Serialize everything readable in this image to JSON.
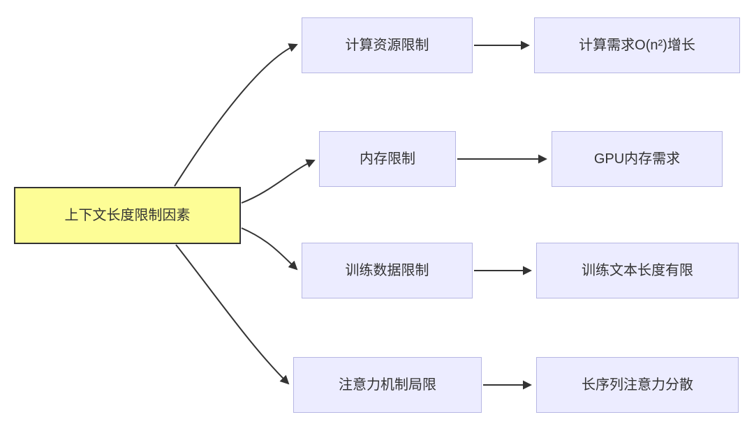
{
  "diagram": {
    "root": {
      "label": "上下文长度限制因素"
    },
    "branches": [
      {
        "mid": "计算资源限制",
        "leaf": "计算需求O(n²)增长"
      },
      {
        "mid": "内存限制",
        "leaf": "GPU内存需求"
      },
      {
        "mid": "训练数据限制",
        "leaf": "训练文本长度有限"
      },
      {
        "mid": "注意力机制局限",
        "leaf": "长序列注意力分散"
      }
    ],
    "colors": {
      "background": "#ffffff",
      "root_fill": "#fdfd96",
      "root_border": "#333333",
      "node_fill": "#ececff",
      "node_border": "#b6b6e3",
      "edge": "#333333",
      "text": "#333333"
    }
  }
}
